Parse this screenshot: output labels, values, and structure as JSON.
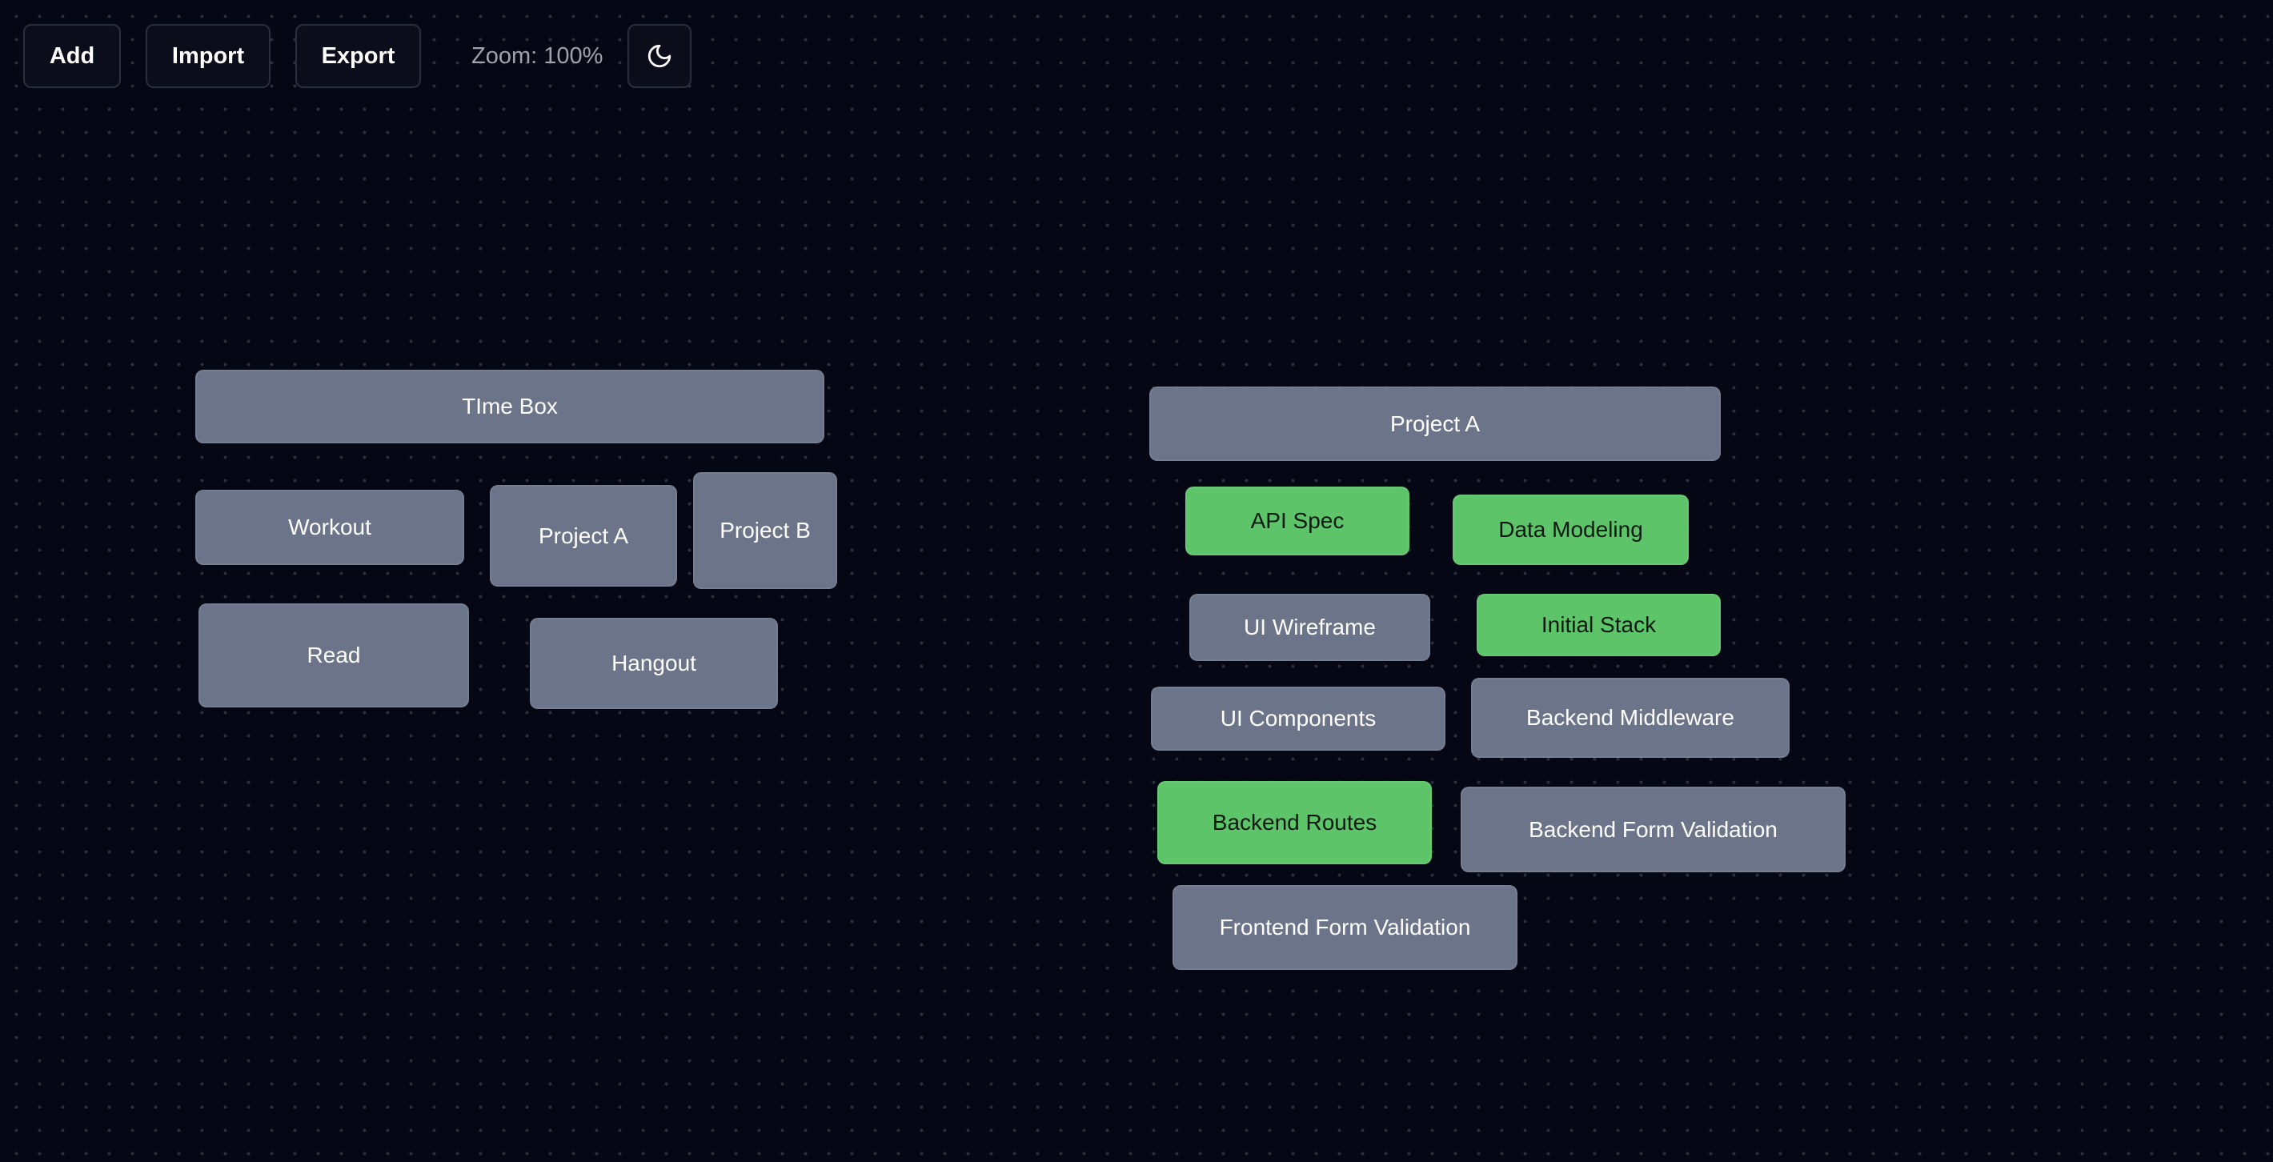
{
  "toolbar": {
    "add_label": "Add",
    "import_label": "Import",
    "export_label": "Export",
    "zoom_text": "Zoom: 100%",
    "theme_icon": "moon-icon"
  },
  "colors": {
    "background": "#050814",
    "node_gray": "#6b7489",
    "node_green": "#5ec46a",
    "grid_dot": "#2a2f3d"
  },
  "groups": [
    {
      "nodes": [
        {
          "label": "TIme Box",
          "color": "gray"
        },
        {
          "label": "Workout",
          "color": "gray"
        },
        {
          "label": "Project A",
          "color": "gray"
        },
        {
          "label": "Project B",
          "color": "gray"
        },
        {
          "label": "Read",
          "color": "gray"
        },
        {
          "label": "Hangout",
          "color": "gray"
        }
      ]
    },
    {
      "nodes": [
        {
          "label": "Project A",
          "color": "gray"
        },
        {
          "label": "API Spec",
          "color": "green"
        },
        {
          "label": "Data Modeling",
          "color": "green"
        },
        {
          "label": "UI Wireframe",
          "color": "gray"
        },
        {
          "label": "Initial Stack",
          "color": "green"
        },
        {
          "label": "UI Components",
          "color": "gray"
        },
        {
          "label": "Backend Middleware",
          "color": "gray"
        },
        {
          "label": "Backend Routes",
          "color": "green"
        },
        {
          "label": "Backend Form Validation",
          "color": "gray"
        },
        {
          "label": "Frontend Form Validation",
          "color": "gray"
        }
      ]
    }
  ]
}
